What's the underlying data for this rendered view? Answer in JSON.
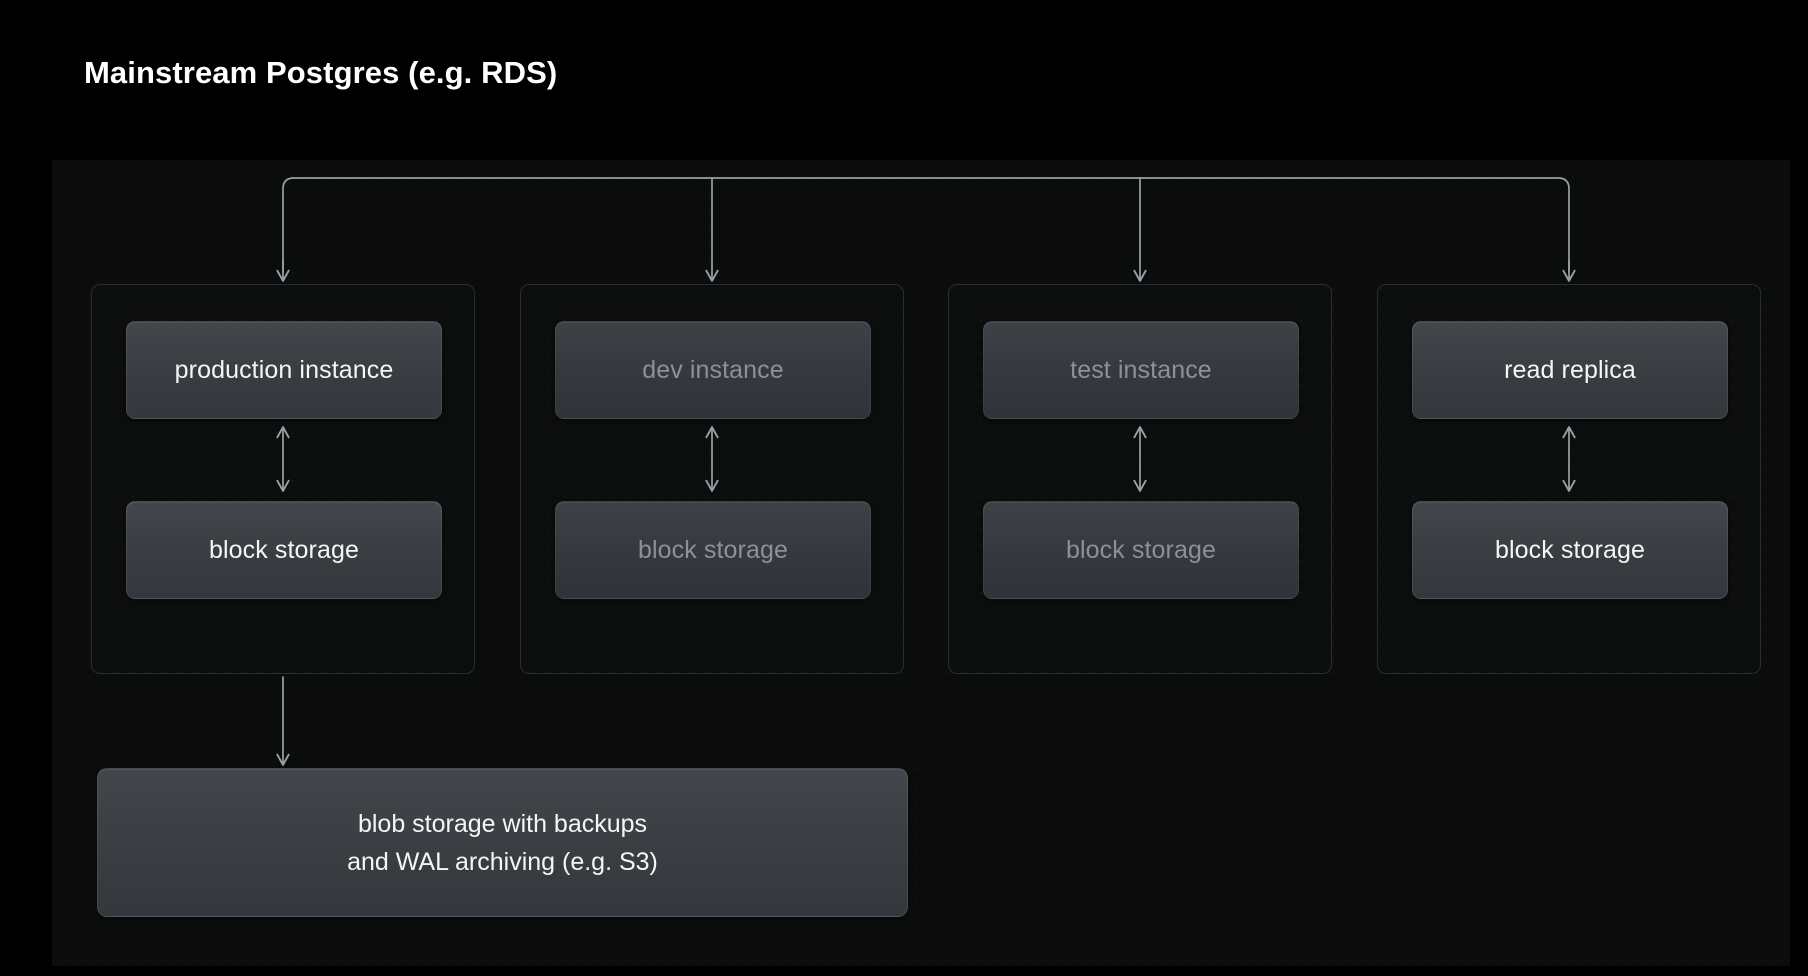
{
  "title": "Mainstream Postgres (e.g. RDS)",
  "colors": {
    "page_background": "#000000",
    "panel_background": "#0b0c0c",
    "node_fill": "#3a3d42",
    "group_border": "#2b2d30",
    "text_bright": "#f4f5f6",
    "text_dim": "#8d9095",
    "connector": "#9aa0a6"
  },
  "diagram": {
    "groups": [
      {
        "id": "production",
        "state": "bright",
        "instance_label": "production instance",
        "storage_label": "block storage"
      },
      {
        "id": "dev",
        "state": "dim",
        "instance_label": "dev instance",
        "storage_label": "block storage"
      },
      {
        "id": "test",
        "state": "dim",
        "instance_label": "test instance",
        "storage_label": "block storage"
      },
      {
        "id": "read-replica",
        "state": "bright",
        "instance_label": "read replica",
        "storage_label": "block storage"
      }
    ],
    "blob_storage": {
      "line1": "blob storage with backups",
      "line2": "and WAL archiving (e.g. S3)"
    },
    "connectors": {
      "fanout_bus": "horizontal distribution bus with four downward arrows",
      "instance_storage_link": "bidirectional double-headed arrow",
      "backup_link": "downward arrow from production group to blob storage"
    }
  }
}
